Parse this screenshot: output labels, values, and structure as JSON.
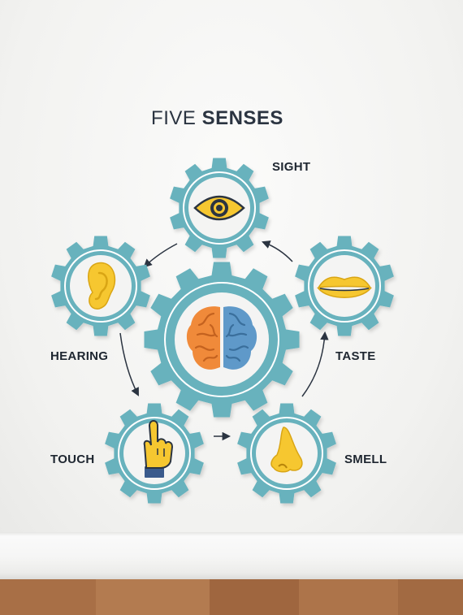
{
  "title": {
    "light": "FIVE ",
    "bold": "SENSES"
  },
  "senses": [
    {
      "label": "SIGHT",
      "icon": "eye-icon"
    },
    {
      "label": "TASTE",
      "icon": "lips-icon"
    },
    {
      "label": "SMELL",
      "icon": "nose-icon"
    },
    {
      "label": "TOUCH",
      "icon": "pointing-hand-icon"
    },
    {
      "label": "HEARING",
      "icon": "ear-icon"
    }
  ],
  "center_icon": "brain-icon",
  "colors": {
    "gear": "#67b2bd",
    "icon_yellow": "#f6c730",
    "brain_left": "#f08a3a",
    "brain_right": "#5f99c9",
    "text": "#1e2630"
  }
}
